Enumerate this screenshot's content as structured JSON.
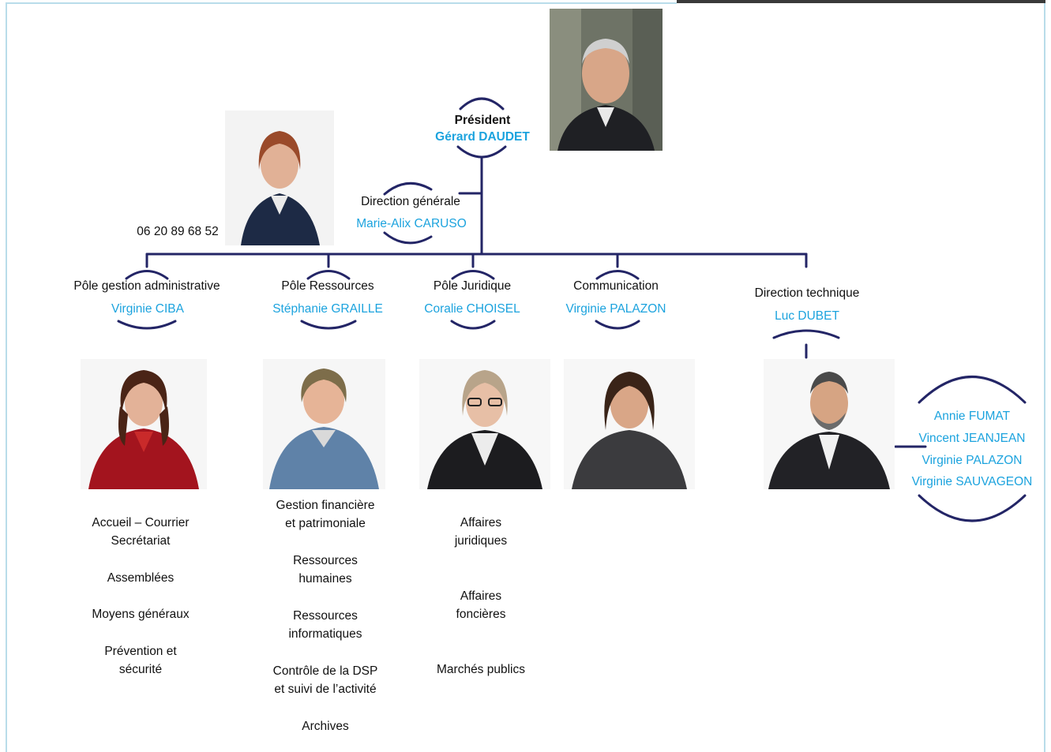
{
  "president": {
    "title": "Président",
    "name": "Gérard DAUDET"
  },
  "direction_generale": {
    "title": "Direction générale",
    "name": "Marie-Alix CARUSO",
    "phone": "06 20 89 68 52"
  },
  "poles": [
    {
      "title": "Pôle gestion administrative",
      "name": "Virginie CIBA"
    },
    {
      "title": "Pôle Ressources",
      "name": "Stéphanie GRAILLE"
    },
    {
      "title": "Pôle Juridique",
      "name": "Coralie CHOISEL"
    },
    {
      "title": "Communication",
      "name": "Virginie PALAZON"
    },
    {
      "title": "Direction technique",
      "name": "Luc DUBET"
    }
  ],
  "technical_team": [
    "Annie FUMAT",
    "Vincent JEANJEAN",
    "Virginie PALAZON",
    "Virginie SAUVAGEON"
  ],
  "tasks": {
    "admin": [
      "Accueil – Courrier",
      "Secrétariat",
      "Assemblées",
      "Moyens généraux",
      "Prévention et",
      "sécurité"
    ],
    "ressources": [
      "Gestion financière",
      "et patrimoniale",
      "Ressources",
      "humaines",
      "Ressources",
      "informatiques",
      "Contrôle de la DSP",
      "et suivi de l’activité",
      "Archives"
    ],
    "juridique": [
      "Affaires",
      "juridiques",
      "Affaires",
      "foncières",
      "Marchés publics"
    ]
  },
  "colors": {
    "line": "#232566",
    "name": "#1ca3de",
    "frame": "#b9dcea"
  }
}
